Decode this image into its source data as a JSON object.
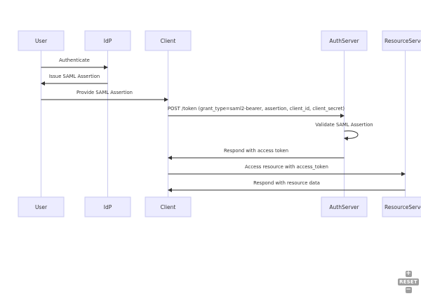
{
  "diagram": {
    "type": "sequence",
    "participants": [
      "User",
      "IdP",
      "Client",
      "AuthServer",
      "ResourceServer"
    ],
    "messages": [
      {
        "from": 0,
        "to": 1,
        "text": "Authenticate"
      },
      {
        "from": 1,
        "to": 0,
        "text": "Issue SAML Assertion"
      },
      {
        "from": 0,
        "to": 2,
        "text": "Provide SAML Assertion"
      },
      {
        "from": 2,
        "to": 3,
        "text": "POST /token (grant_type=saml2-bearer, assertion, client_id, client_secret)"
      },
      {
        "from": 3,
        "to": 3,
        "text": "Validate SAML Assertion"
      },
      {
        "from": 3,
        "to": 2,
        "text": "Respond with access token"
      },
      {
        "from": 2,
        "to": 4,
        "text": "Access resource with access_token"
      },
      {
        "from": 4,
        "to": 2,
        "text": "Respond with resource data"
      }
    ]
  },
  "controls": {
    "zoom_in_icon": "plus-icon",
    "reset_label": "RESET",
    "zoom_out_icon": "minus-icon"
  }
}
